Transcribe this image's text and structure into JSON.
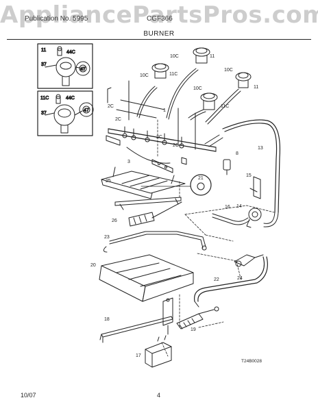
{
  "watermark": "AppliancePartsPros.com",
  "header": {
    "left": "Publication No. 5995",
    "right": "CGF366",
    "section": "BURNER"
  },
  "insets": [
    {
      "title": "11",
      "labels": [
        "44C",
        "37",
        "47"
      ]
    },
    {
      "title": "11C",
      "labels": [
        "44C",
        "37",
        "47"
      ]
    }
  ],
  "part_labels": [
    "10C",
    "11",
    "10C",
    "11C",
    "10C",
    "11",
    "10C",
    "11C",
    "2C",
    "2C",
    "1",
    "2C",
    "2C",
    "3",
    "13",
    "8",
    "21",
    "25",
    "15",
    "16",
    "14",
    "26",
    "23",
    "20",
    "24",
    "22",
    "18",
    "19",
    "17"
  ],
  "diagram_code": "T24B0028",
  "footer": {
    "date": "10/07",
    "page": "4"
  }
}
